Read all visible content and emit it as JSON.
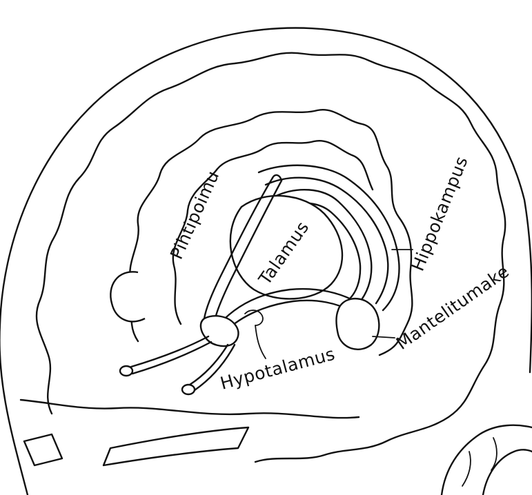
{
  "diagram": {
    "labels": {
      "pihtipoimu": "Pihtipoimu",
      "talamus": "Talamus",
      "hippokampus": "Hippokampus",
      "mantelitumake": "Mantelitumake",
      "hypotalamus": "Hypotalamus"
    }
  }
}
